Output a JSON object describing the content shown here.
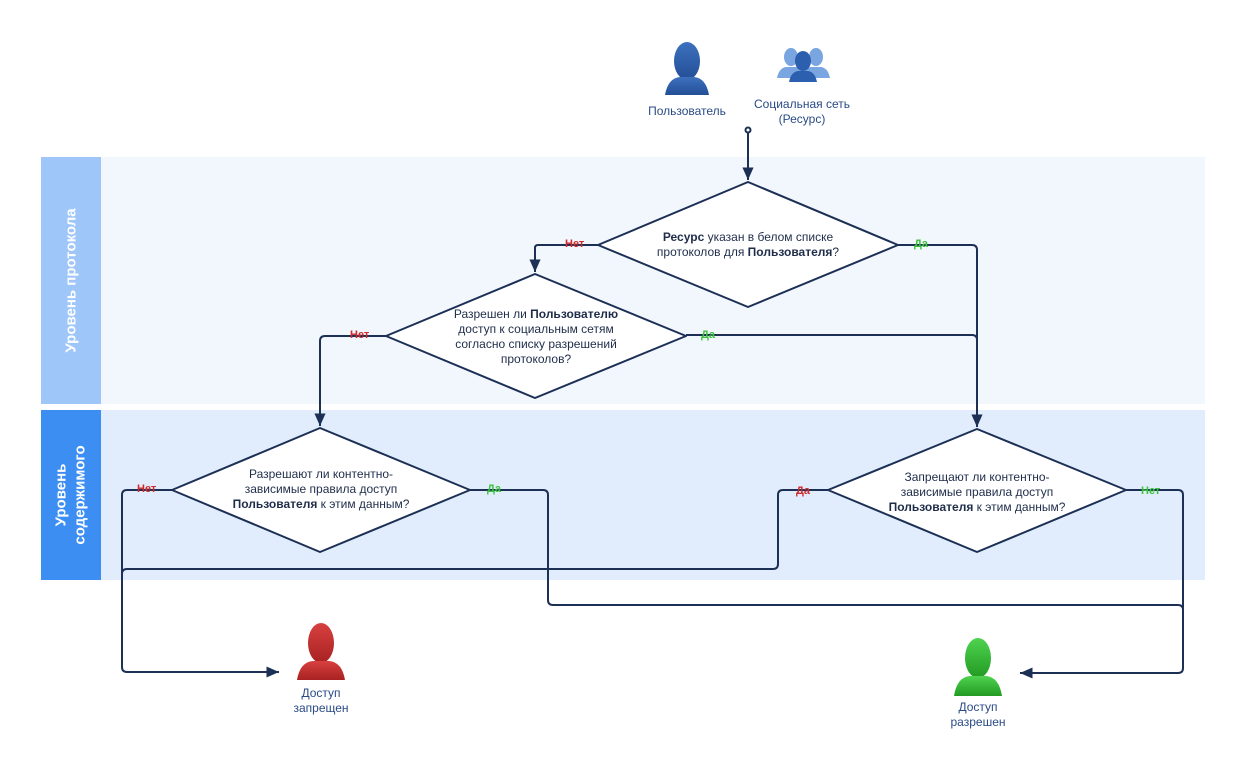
{
  "lanes": {
    "protocol": {
      "label": "Уровень протокола"
    },
    "content": {
      "label_line1": "Уровень",
      "label_line2": "содержимого"
    }
  },
  "actors": {
    "user": {
      "label": "Пользователь",
      "icon": "person-icon",
      "color": "#2f5fa8"
    },
    "social": {
      "label_line1": "Социальная сеть",
      "label_line2": "(Ресурс)",
      "icon": "group-icon",
      "color": "#3b72c4"
    },
    "denied": {
      "label_line1": "Доступ",
      "label_line2": "запрещен",
      "icon": "person-icon",
      "color": "#c23333"
    },
    "allowed": {
      "label_line1": "Доступ",
      "label_line2": "разрешен",
      "icon": "person-icon",
      "color": "#33b833"
    }
  },
  "decisions": {
    "d1": {
      "bold1": "Ресурс",
      "line1_rest": " указан в белом списке",
      "line2_pre": "протоколов для ",
      "bold2": "Пользователя",
      "line2_post": "?"
    },
    "d2": {
      "line1_pre": "Разрешен ли ",
      "bold1": "Пользователю",
      "line2": "доступ к социальным сетям",
      "line3": "согласно списку разрешений",
      "line4": "протоколов?"
    },
    "d3": {
      "line1": "Разрешают ли контентно-",
      "line2": "зависимые правила доступ",
      "bold": "Пользователя",
      "line3_rest": " к этим данным?"
    },
    "d4": {
      "line1": "Запрещают ли контентно-",
      "line2": "зависимые правила доступ",
      "bold": "Пользователя",
      "line3_rest": " к этим данным?"
    }
  },
  "answers": {
    "yes": "Да",
    "no": "Нет"
  },
  "colors": {
    "line": "#1c2f55",
    "lane_protocol_bg": "#f2f6fd",
    "lane_protocol_label": "#9ec6f8",
    "lane_content_bg": "#e1edfc",
    "lane_content_label": "#3d8ef2",
    "yes": "#3cc23c",
    "no": "#d02a2a"
  }
}
